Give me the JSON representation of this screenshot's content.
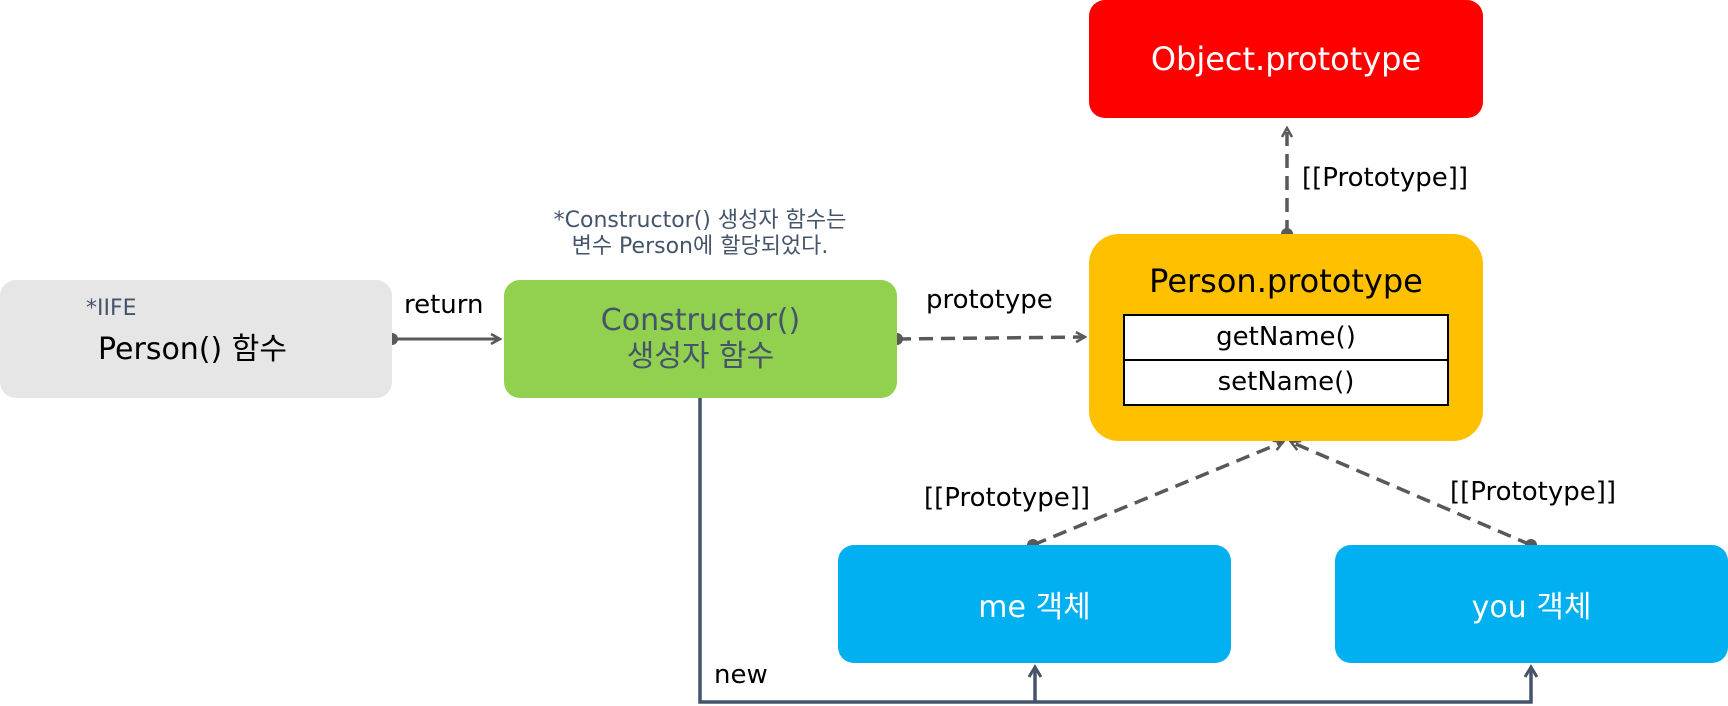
{
  "nodes": {
    "iife": {
      "note": "*IIFE",
      "title": "Person() 함수"
    },
    "constructor": {
      "line1": "Constructor()",
      "line2": "생성자 함수"
    },
    "object_prototype": {
      "title": "Object.prototype"
    },
    "person_prototype": {
      "title": "Person.prototype",
      "methods": [
        "getName()",
        "setName()"
      ]
    },
    "me": {
      "title": "me 객체"
    },
    "you": {
      "title": "you 객체"
    }
  },
  "annotation": {
    "line1": "*Constructor() 생성자 함수는",
    "line2": "변수 Person에 할당되었다."
  },
  "edges": {
    "return": "return",
    "prototype": "prototype",
    "proto_to_object": "[[Prototype]]",
    "me_proto": "[[Prototype]]",
    "you_proto": "[[Prototype]]",
    "new": "new"
  },
  "colors": {
    "iife": "#e6e6e6",
    "constructor": "#92d050",
    "object_prototype": "#ff0000",
    "person_prototype": "#ffc000",
    "instances": "#00b0f0",
    "dashed_line": "#595959",
    "new_line": "#44546a"
  }
}
